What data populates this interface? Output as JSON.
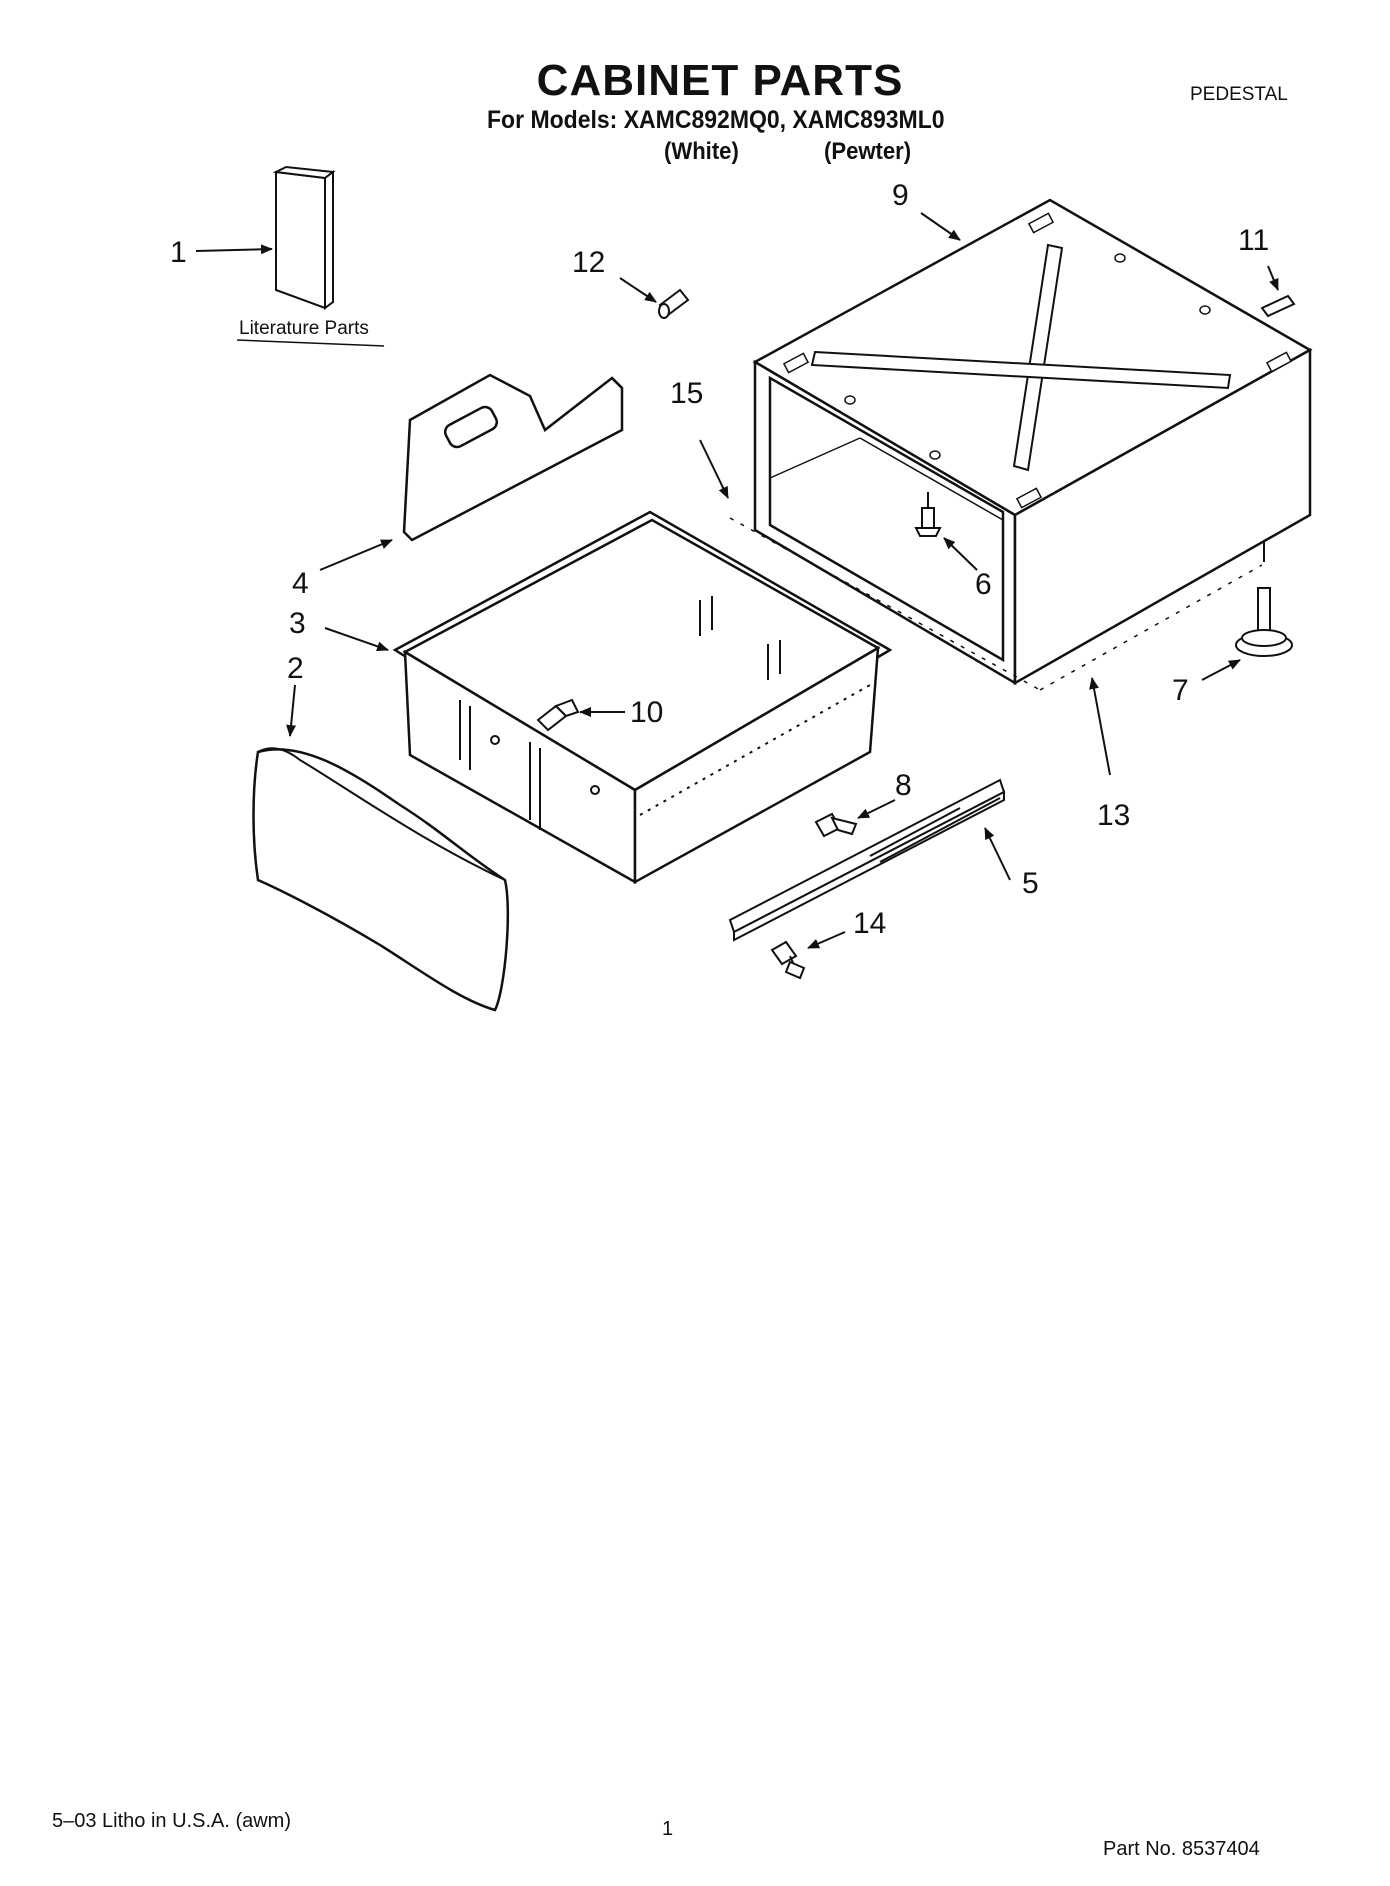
{
  "header": {
    "title": "CABINET PARTS",
    "models_line": "For Models: XAMC892MQ0, XAMC893ML0",
    "variant_white": "(White)",
    "variant_pewter": "(Pewter)",
    "section": "PEDESTAL"
  },
  "diagram": {
    "literature_label": "Literature Parts",
    "callouts": {
      "c1": "1",
      "c2": "2",
      "c3": "3",
      "c4": "4",
      "c5": "5",
      "c6": "6",
      "c7": "7",
      "c8": "8",
      "c9": "9",
      "c10": "10",
      "c11": "11",
      "c12": "12",
      "c13": "13",
      "c14": "14",
      "c15": "15"
    }
  },
  "footer": {
    "litho": "5–03 Litho in U.S.A. (awm)",
    "page": "1",
    "part_no": "Part No. 8537404"
  }
}
